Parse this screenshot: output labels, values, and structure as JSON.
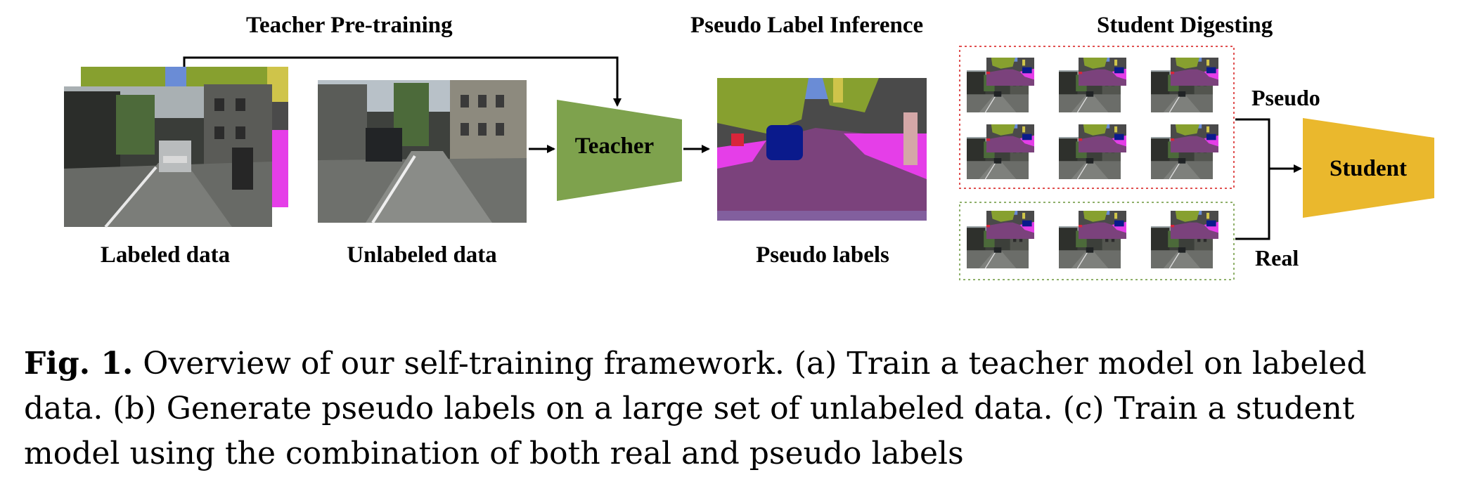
{
  "headings": {
    "teacher_pretraining": "Teacher Pre-training",
    "pseudo_label_inference": "Pseudo Label Inference",
    "student_digesting": "Student Digesting"
  },
  "labels": {
    "labeled_data": "Labeled data",
    "unlabeled_data": "Unlabeled data",
    "pseudo_labels": "Pseudo labels",
    "pseudo": "Pseudo",
    "real": "Real"
  },
  "models": {
    "teacher": "Teacher",
    "student": "Student",
    "teacher_color": "#7ea24d",
    "student_color": "#eab82d"
  },
  "segmentation_palette": {
    "road": "#7b427c",
    "sidewalk": "#e53ee8",
    "vegetation": "#87a02f",
    "building": "#4a4a4a",
    "car": "#0a1a8c",
    "sky": "#6a8cd6",
    "person": "#d8253a",
    "pole": "#cfc44a"
  },
  "caption": {
    "fig_label": "Fig. 1.",
    "text": " Overview of our self-training framework. (a) Train a teacher model on labeled data. (b) Generate pseudo labels on a large set of unlabeled data. (c) Train a student model using the combination of both real and pseudo labels"
  }
}
